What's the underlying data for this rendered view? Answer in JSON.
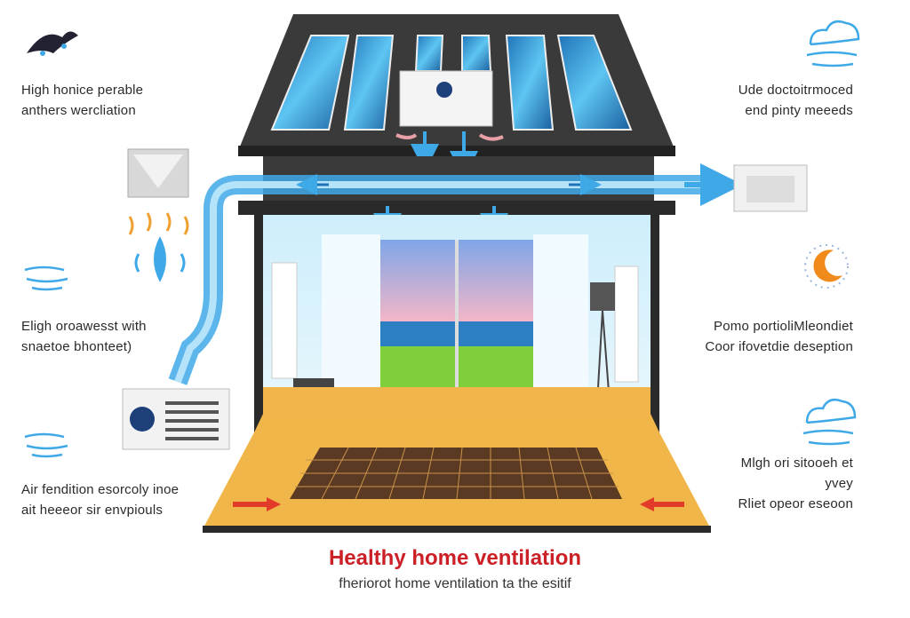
{
  "title": "Healthy home ventilation",
  "subtitle": "fheriorot home ventilation ta the esitif",
  "labels": {
    "left_1": [
      "High honice perable",
      "anthers wercliation"
    ],
    "left_2": [
      "Eligh oroawesst with",
      "snaetoe bhonteet)"
    ],
    "left_3": [
      "Air fendition esorcoly inoe",
      "ait heeeor sir envpiouls"
    ],
    "right_1": [
      "Ude doctoitrmoced",
      "end pinty meeeds"
    ],
    "right_2": [
      "Pomo portioliMleondiet",
      "Coor ifovetdie deseption"
    ],
    "right_3": [
      "Mlgh ori sitooeh et",
      "yvey",
      "Rliet opeor eseoon"
    ]
  },
  "icons": [
    "bird-icon",
    "cloud-wind-icon",
    "moon-sun-icon",
    "water-drop-icon",
    "wind-icon",
    "fan-icon"
  ],
  "colors": {
    "title": "#cc2027",
    "duct": "#3fa9e8",
    "roof": "#3a3a3a",
    "floor": "#f0b64a",
    "arrow_in": "#e23b2a"
  }
}
